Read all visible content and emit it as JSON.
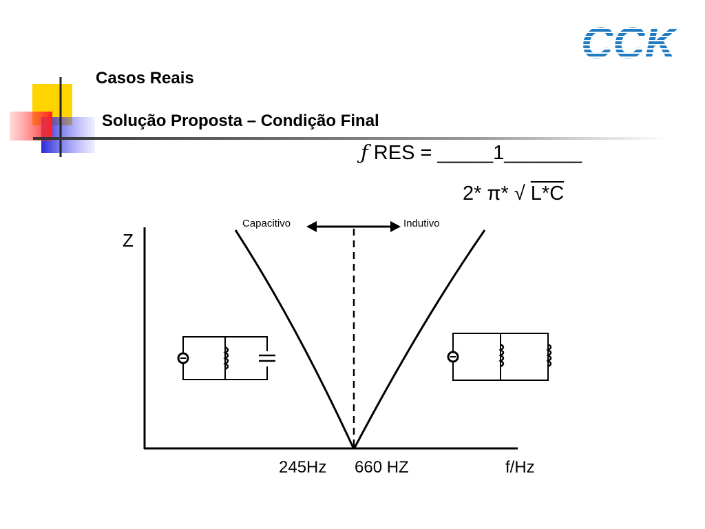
{
  "slide": {
    "title": "Casos Reais",
    "subtitle": "Solução Proposta – Condição Final"
  },
  "logo": {
    "text": "CCK",
    "color": "#1f7bc2"
  },
  "formula": {
    "symbol": "ƒ",
    "numerator": "RES = _____1_______",
    "denominator_prefix": "2* π* √ ",
    "denominator_radicand": "L*C"
  },
  "diagram": {
    "y_axis_label": "Z",
    "x_axis_label": "f/Hz",
    "left_region_label": "Capacitivo",
    "right_region_label": "Indutivo",
    "tick_label_1": "245Hz",
    "tick_label_2": "660 HZ"
  },
  "colors": {
    "deco_yellow": "#ffd400",
    "deco_red": "#ff3030",
    "deco_blue": "#2b2bd6",
    "rule_line": "#444444"
  }
}
